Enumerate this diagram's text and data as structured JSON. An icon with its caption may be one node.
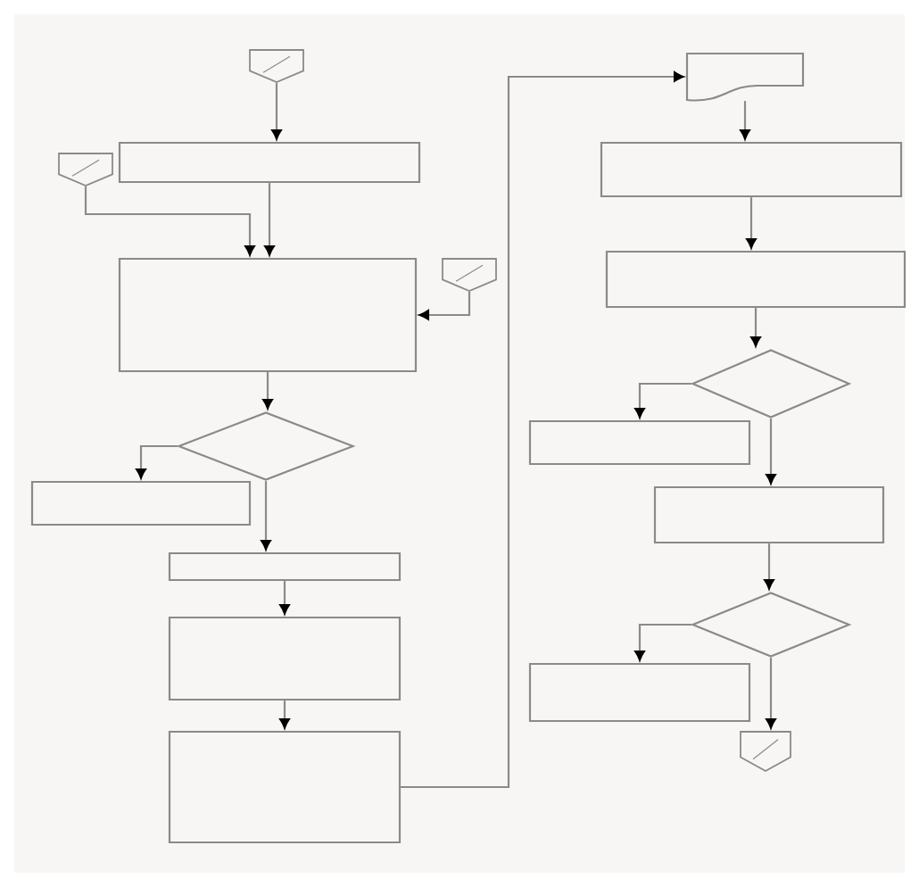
{
  "diagram": {
    "nodes": [
      {
        "text": [],
        "shape": "pentagon"
      },
      {
        "text": [],
        "shape": "box"
      },
      {
        "text": [],
        "shape": "pentagon"
      },
      {
        "text": [],
        "shape": "box"
      },
      {
        "text": [],
        "shape": "pentagon"
      },
      {
        "text": [],
        "shape": "diamond"
      },
      {
        "text": [],
        "shape": "box"
      },
      {
        "text": [],
        "shape": "box"
      },
      {
        "text": [],
        "shape": "box"
      },
      {
        "text": [],
        "shape": "box"
      },
      {
        "text": [],
        "shape": "document"
      },
      {
        "text": [],
        "shape": "box"
      },
      {
        "text": [],
        "shape": "box"
      },
      {
        "text": [],
        "shape": "diamond"
      },
      {
        "text": [],
        "shape": "box"
      },
      {
        "text": [],
        "shape": "box"
      },
      {
        "text": [],
        "shape": "diamond"
      },
      {
        "text": [],
        "shape": "box"
      },
      {
        "text": [],
        "shape": "pentagon"
      }
    ],
    "edges": [
      {
        "from": 0,
        "to": 1,
        "arrow": "to"
      },
      {
        "from": 1,
        "to": 3,
        "arrow": "to"
      },
      {
        "from": 2,
        "to": 3,
        "arrow": "to"
      },
      {
        "from": 4,
        "to": 3,
        "arrow": "to"
      },
      {
        "from": 3,
        "to": 5,
        "arrow": "to"
      },
      {
        "from": 5,
        "to": 6,
        "arrow": "to"
      },
      {
        "from": 5,
        "to": 7,
        "arrow": "to"
      },
      {
        "from": 7,
        "to": 8,
        "arrow": "to"
      },
      {
        "from": 8,
        "to": 9,
        "arrow": "to"
      },
      {
        "from": 9,
        "to": 10,
        "arrow": "to"
      },
      {
        "from": 10,
        "to": 11,
        "arrow": "to"
      },
      {
        "from": 11,
        "to": 12,
        "arrow": "to"
      },
      {
        "from": 12,
        "to": 13,
        "arrow": "to"
      },
      {
        "from": 13,
        "to": 14,
        "arrow": "to"
      },
      {
        "from": 13,
        "to": 15,
        "arrow": "to"
      },
      {
        "from": 15,
        "to": 16,
        "arrow": "to"
      },
      {
        "from": 16,
        "to": 17,
        "arrow": "to"
      },
      {
        "from": 16,
        "to": 18,
        "arrow": "to"
      }
    ]
  }
}
